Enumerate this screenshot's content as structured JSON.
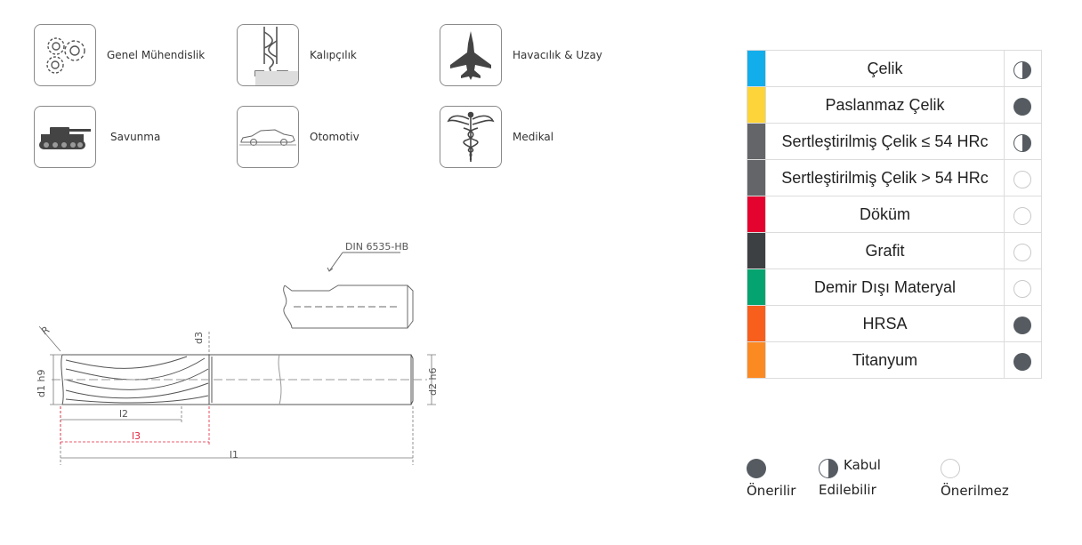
{
  "industries": [
    {
      "label": "Genel Mühendislik",
      "icon": "gears-icon"
    },
    {
      "label": "Kalıpçılık",
      "icon": "mold-drill-icon"
    },
    {
      "label": "Havacılık & Uzay",
      "icon": "jet-icon"
    },
    {
      "label": "Savunma",
      "icon": "tank-icon"
    },
    {
      "label": "Otomotiv",
      "icon": "car-icon"
    },
    {
      "label": "Medikal",
      "icon": "caduceus-icon"
    }
  ],
  "drawing": {
    "din_label": "DIN 6535-HB",
    "r_label": "R",
    "d1_label": "d1 h9",
    "d2_label": "d2 h6",
    "d3_label": "d3",
    "l1_label": "l1",
    "l2_label": "l2",
    "l3_label": "l3",
    "accent_color": "#e2223b"
  },
  "materials": [
    {
      "name": "Çelik",
      "color": "#12adeb",
      "rating": "half"
    },
    {
      "name": "Paslanmaz Çelik",
      "color": "#fdd439",
      "rating": "full"
    },
    {
      "name": "Sertleştirilmiş Çelik ≤ 54 HRc",
      "color": "#636569",
      "rating": "half"
    },
    {
      "name": "Sertleştirilmiş Çelik > 54 HRc",
      "color": "#636569",
      "rating": "none"
    },
    {
      "name": "Döküm",
      "color": "#e4032e",
      "rating": "none"
    },
    {
      "name": "Grafit",
      "color": "#3d4043",
      "rating": "none"
    },
    {
      "name": "Demir Dışı Materyal",
      "color": "#05a36f",
      "rating": "none"
    },
    {
      "name": "HRSA",
      "color": "#f85f1d",
      "rating": "full"
    },
    {
      "name": "Titanyum",
      "color": "#fb8a23",
      "rating": "full"
    }
  ],
  "legend": {
    "recommended": "Önerilir",
    "acceptable_line1": "Kabul",
    "acceptable_line2": "Edilebilir",
    "not_recommended": "Önerilmez"
  }
}
